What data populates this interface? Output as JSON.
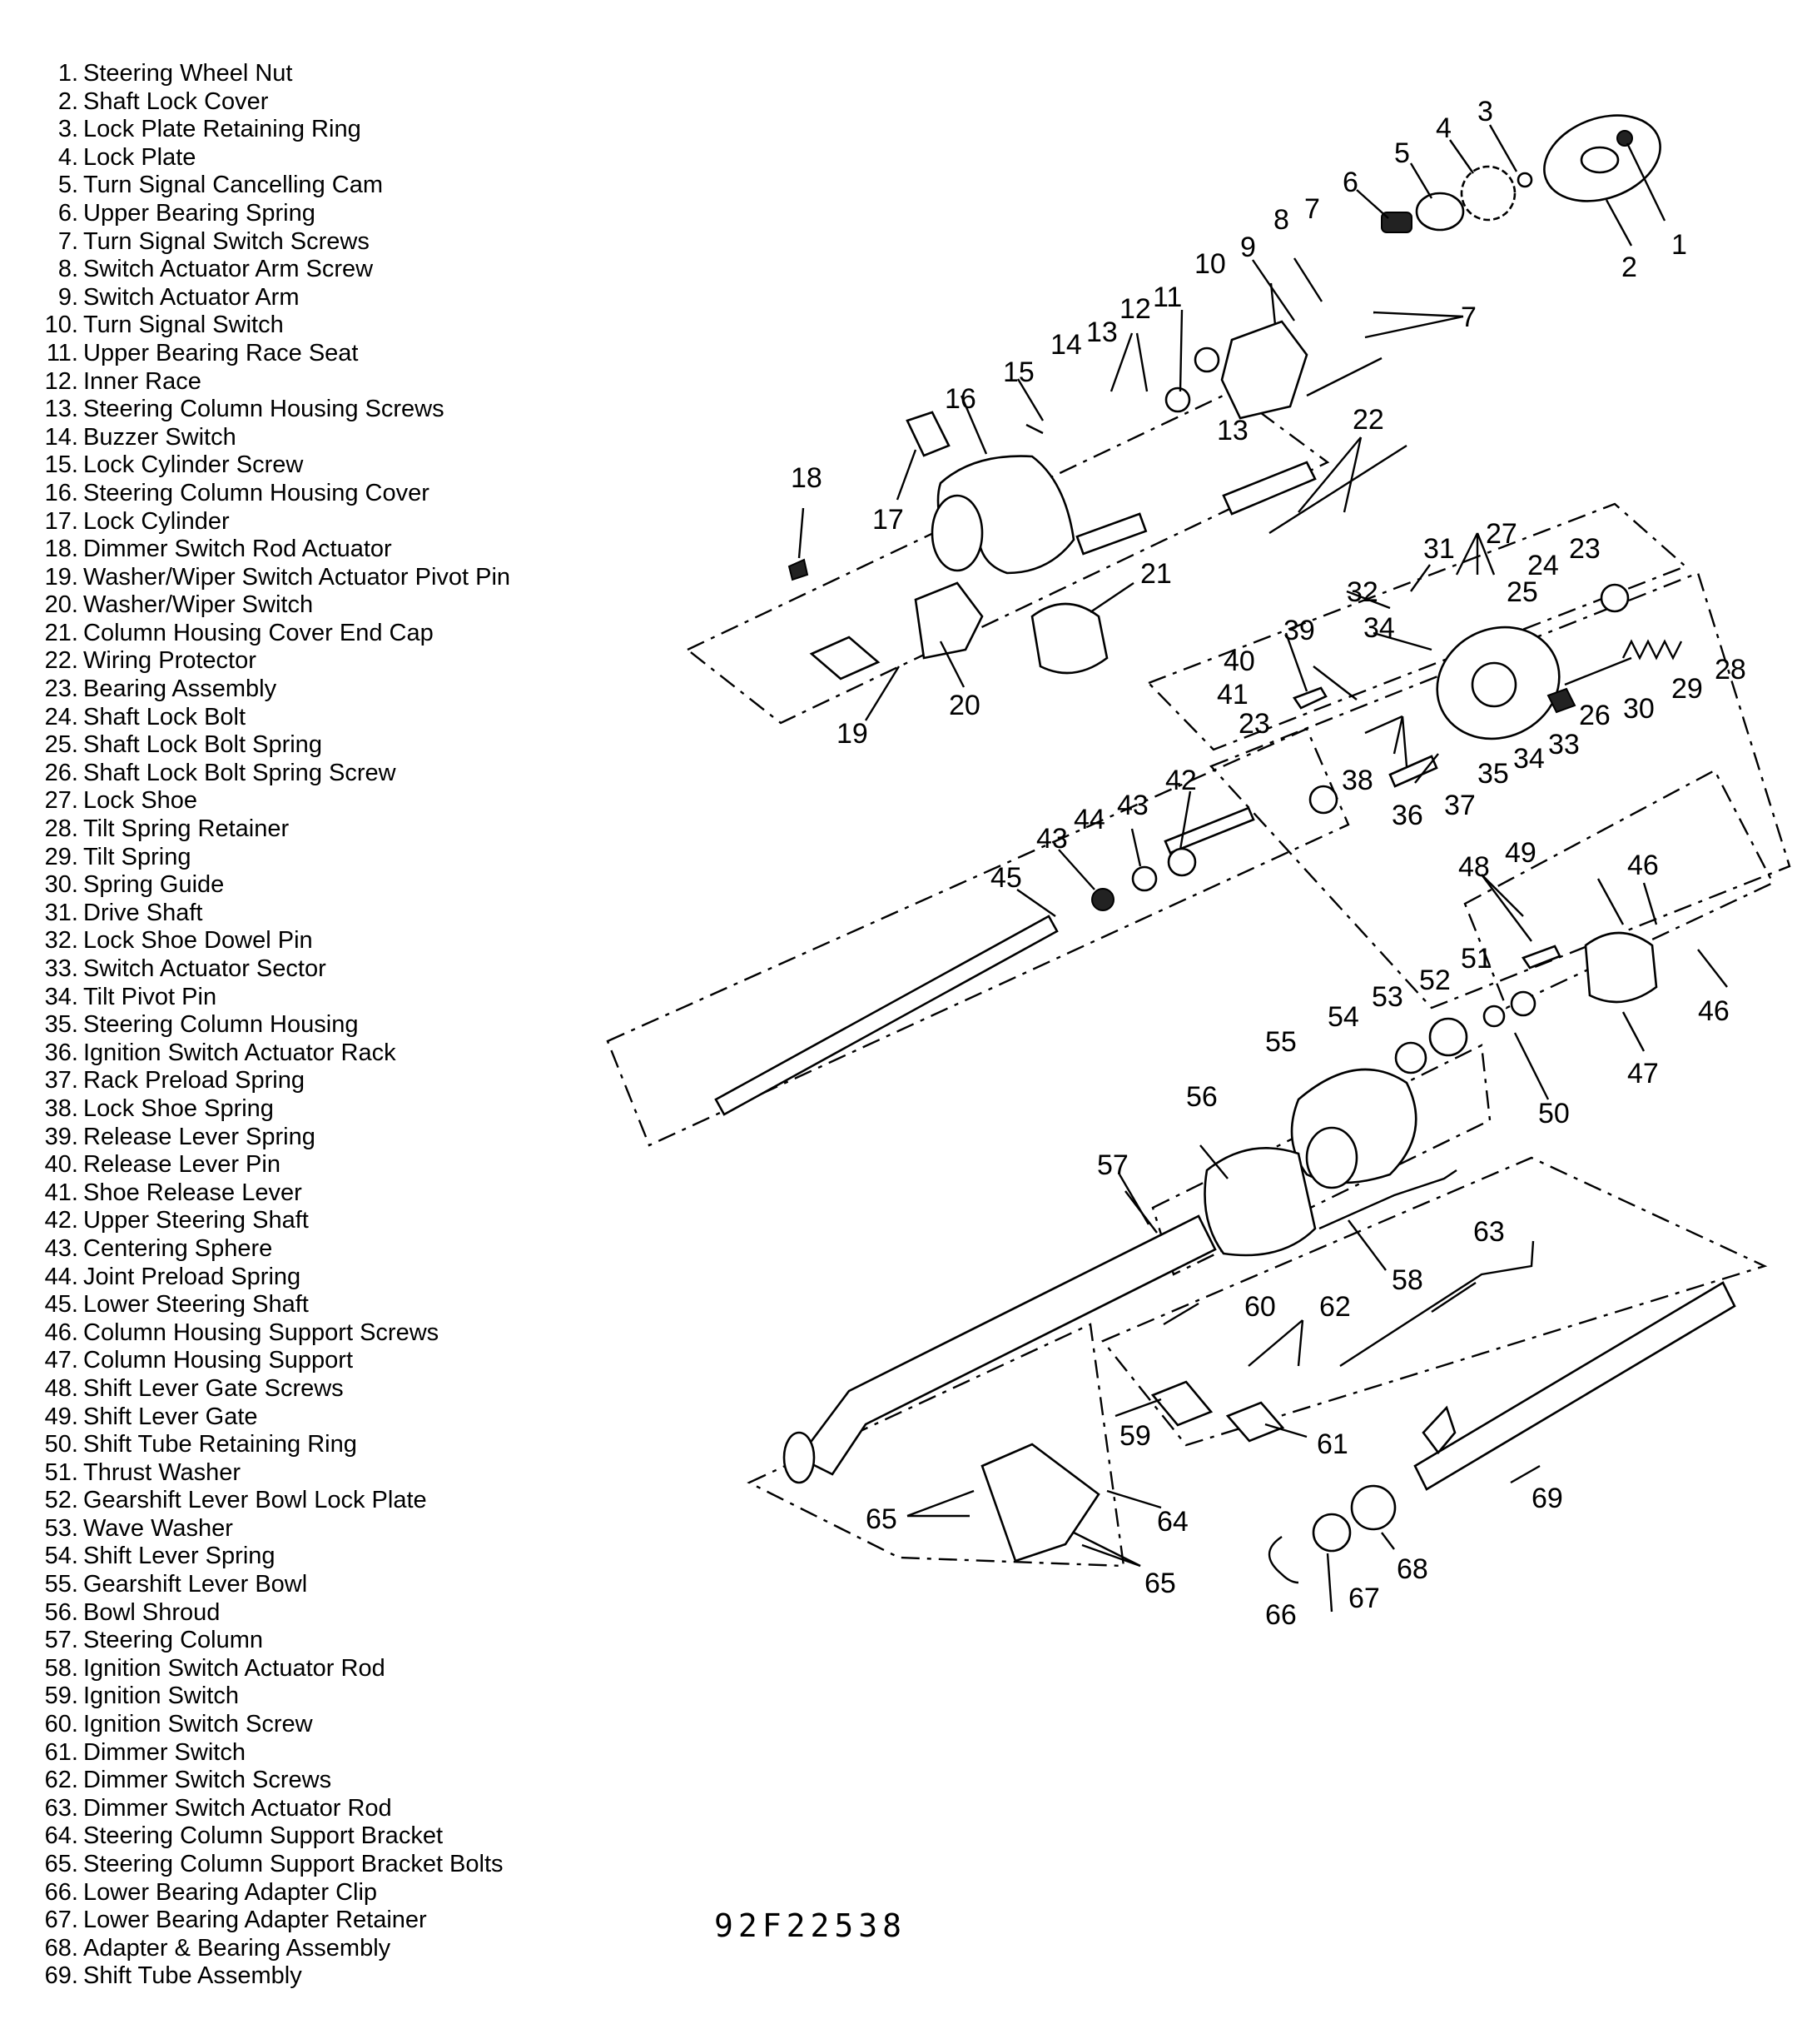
{
  "legend": [
    {
      "num": "1.",
      "text": "Steering Wheel Nut"
    },
    {
      "num": "2.",
      "text": "Shaft Lock Cover"
    },
    {
      "num": "3.",
      "text": "Lock Plate Retaining Ring"
    },
    {
      "num": "4.",
      "text": "Lock Plate"
    },
    {
      "num": "5.",
      "text": "Turn Signal Cancelling Cam"
    },
    {
      "num": "6.",
      "text": "Upper Bearing Spring"
    },
    {
      "num": "7.",
      "text": "Turn Signal Switch Screws"
    },
    {
      "num": "8.",
      "text": "Switch Actuator Arm Screw"
    },
    {
      "num": "9.",
      "text": "Switch Actuator Arm"
    },
    {
      "num": "10.",
      "text": "Turn Signal Switch"
    },
    {
      "num": "11.",
      "text": "Upper Bearing Race Seat"
    },
    {
      "num": "12.",
      "text": "Inner Race"
    },
    {
      "num": "13.",
      "text": "Steering Column Housing Screws"
    },
    {
      "num": "14.",
      "text": "Buzzer Switch"
    },
    {
      "num": "15.",
      "text": "Lock Cylinder Screw"
    },
    {
      "num": "16.",
      "text": "Steering Column Housing Cover"
    },
    {
      "num": "17.",
      "text": "Lock Cylinder"
    },
    {
      "num": "18.",
      "text": "Dimmer Switch Rod Actuator"
    },
    {
      "num": "19.",
      "text": "Washer/Wiper Switch Actuator Pivot Pin"
    },
    {
      "num": "20.",
      "text": "Washer/Wiper Switch"
    },
    {
      "num": "21.",
      "text": "Column Housing Cover End Cap"
    },
    {
      "num": "22.",
      "text": "Wiring Protector"
    },
    {
      "num": "23.",
      "text": "Bearing Assembly"
    },
    {
      "num": "24.",
      "text": "Shaft Lock Bolt"
    },
    {
      "num": "25.",
      "text": "Shaft Lock Bolt Spring"
    },
    {
      "num": "26.",
      "text": "Shaft Lock Bolt Spring Screw"
    },
    {
      "num": "27.",
      "text": "Lock Shoe"
    },
    {
      "num": "28.",
      "text": "Tilt Spring Retainer"
    },
    {
      "num": "29.",
      "text": "Tilt Spring"
    },
    {
      "num": "30.",
      "text": "Spring Guide"
    },
    {
      "num": "31.",
      "text": "Drive Shaft"
    },
    {
      "num": "32.",
      "text": "Lock Shoe Dowel Pin"
    },
    {
      "num": "33.",
      "text": "Switch Actuator Sector"
    },
    {
      "num": "34.",
      "text": "Tilt Pivot Pin"
    },
    {
      "num": "35.",
      "text": "Steering Column Housing"
    },
    {
      "num": "36.",
      "text": "Ignition Switch Actuator Rack"
    },
    {
      "num": "37.",
      "text": "Rack Preload Spring"
    },
    {
      "num": "38.",
      "text": "Lock Shoe Spring"
    },
    {
      "num": "39.",
      "text": "Release Lever Spring"
    },
    {
      "num": "40.",
      "text": "Release Lever Pin"
    },
    {
      "num": "41.",
      "text": "Shoe Release Lever"
    },
    {
      "num": "42.",
      "text": "Upper Steering Shaft"
    },
    {
      "num": "43.",
      "text": "Centering Sphere"
    },
    {
      "num": "44.",
      "text": "Joint Preload Spring"
    },
    {
      "num": "45.",
      "text": "Lower Steering Shaft"
    },
    {
      "num": "46.",
      "text": "Column Housing Support Screws"
    },
    {
      "num": "47.",
      "text": "Column Housing Support"
    },
    {
      "num": "48.",
      "text": "Shift Lever Gate Screws"
    },
    {
      "num": "49.",
      "text": "Shift Lever Gate"
    },
    {
      "num": "50.",
      "text": "Shift Tube Retaining Ring"
    },
    {
      "num": "51.",
      "text": "Thrust Washer"
    },
    {
      "num": "52.",
      "text": "Gearshift Lever Bowl Lock Plate"
    },
    {
      "num": "53.",
      "text": "Wave Washer"
    },
    {
      "num": "54.",
      "text": "Shift Lever Spring"
    },
    {
      "num": "55.",
      "text": "Gearshift Lever Bowl"
    },
    {
      "num": "56.",
      "text": "Bowl Shroud"
    },
    {
      "num": "57.",
      "text": "Steering Column"
    },
    {
      "num": "58.",
      "text": "Ignition Switch Actuator Rod"
    },
    {
      "num": "59.",
      "text": "Ignition Switch"
    },
    {
      "num": "60.",
      "text": "Ignition Switch Screw"
    },
    {
      "num": "61.",
      "text": "Dimmer Switch"
    },
    {
      "num": "62.",
      "text": "Dimmer Switch Screws"
    },
    {
      "num": "63.",
      "text": "Dimmer Switch Actuator Rod"
    },
    {
      "num": "64.",
      "text": "Steering Column Support Bracket"
    },
    {
      "num": "65.",
      "text": "Steering Column Support Bracket Bolts"
    },
    {
      "num": "66.",
      "text": "Lower Bearing Adapter Clip"
    },
    {
      "num": "67.",
      "text": "Lower Bearing Adapter Retainer"
    },
    {
      "num": "68.",
      "text": "Adapter & Bearing Assembly"
    },
    {
      "num": "69.",
      "text": "Shift Tube Assembly"
    }
  ],
  "callouts": [
    "1",
    "2",
    "3",
    "4",
    "5",
    "6",
    "7",
    "8",
    "9",
    "10",
    "11",
    "12",
    "13",
    "14",
    "15",
    "16",
    "17",
    "18",
    "19",
    "20",
    "21",
    "22",
    "23",
    "24",
    "25",
    "26",
    "27",
    "28",
    "29",
    "30",
    "31",
    "32",
    "33",
    "34",
    "35",
    "36",
    "37",
    "38",
    "39",
    "40",
    "41",
    "42",
    "43",
    "44",
    "45",
    "46",
    "47",
    "48",
    "49",
    "50",
    "51",
    "52",
    "53",
    "54",
    "55",
    "56",
    "57",
    "58",
    "59",
    "60",
    "61",
    "62",
    "63",
    "64",
    "65",
    "66",
    "67",
    "68",
    "69"
  ],
  "figure_code": "92F22538"
}
